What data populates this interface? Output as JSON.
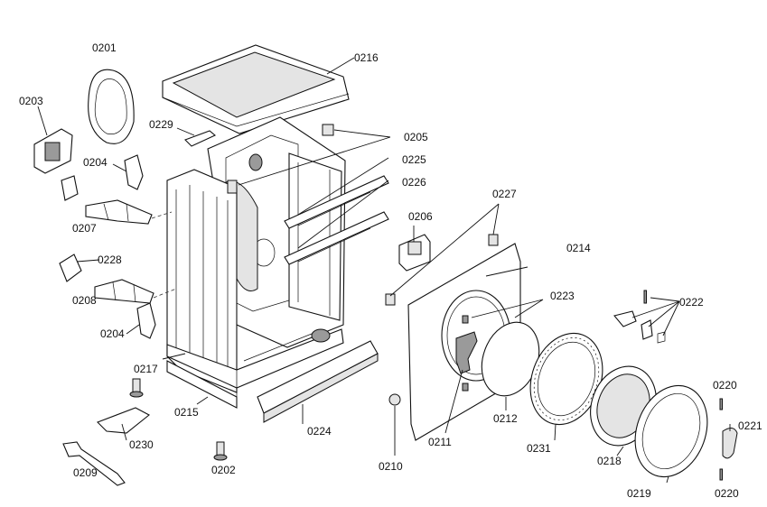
{
  "labels": {
    "p0201": "0201",
    "p0216": "0216",
    "p0203": "0203",
    "p0229": "0229",
    "p0205": "0205",
    "p0204a": "0204",
    "p0225": "0225",
    "p0226": "0226",
    "p0227": "0227",
    "p0207": "0207",
    "p0206": "0206",
    "p0214": "0214",
    "p0228": "0228",
    "p0223": "0223",
    "p0222": "0222",
    "p0208": "0208",
    "p0204b": "0204",
    "p0217": "0217",
    "p0220a": "0220",
    "p0221": "0221",
    "p0215": "0215",
    "p0224": "0224",
    "p0212": "0212",
    "p0211": "0211",
    "p0231": "0231",
    "p0230": "0230",
    "p0218": "0218",
    "p0209": "0209",
    "p0202": "0202",
    "p0210": "0210",
    "p0219": "0219",
    "p0220b": "0220"
  }
}
